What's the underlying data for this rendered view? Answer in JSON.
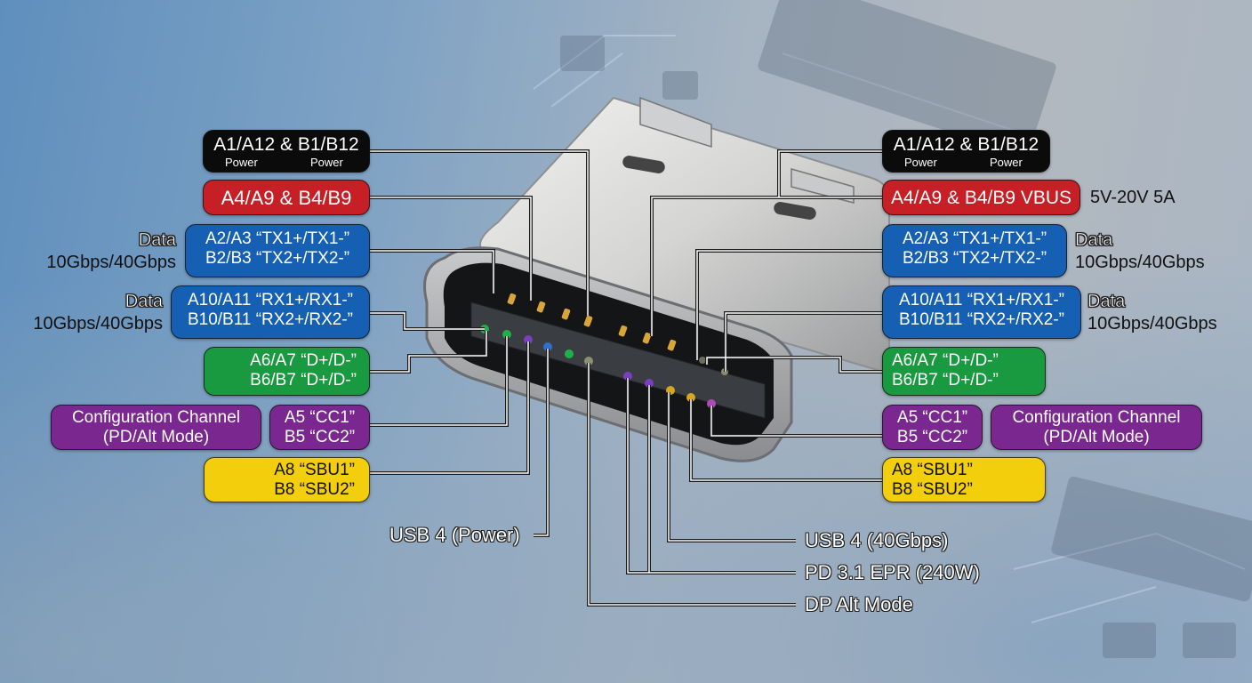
{
  "diagram": {
    "subject": "USB Type-C receptacle pinout",
    "colors": {
      "power": "#0b0b0b",
      "vbus": "#c62026",
      "data_high_speed": "#1560b3",
      "usb2": "#1a9a40",
      "cc": "#7b2790",
      "sbu": "#f3ce0c"
    }
  },
  "left": {
    "power": {
      "line1": "A1/A12 & B1/B12",
      "sub_a": "Power",
      "sub_b": "Power"
    },
    "vbus": {
      "line1": "A4/A9 & B4/B9"
    },
    "tx": {
      "line1": "A2/A3 “TX1+/TX1-”",
      "line2": "B2/B3 “TX2+/TX2-”",
      "note_title": "Data",
      "note_speed": "10Gbps/40Gbps"
    },
    "rx": {
      "line1": "A10/A11 “RX1+/RX1-”",
      "line2": "B10/B11 “RX2+/RX2-”",
      "note_title": "Data",
      "note_speed": "10Gbps/40Gbps"
    },
    "usb2": {
      "line1": "A6/A7 “D+/D-”",
      "line2": "B6/B7 “D+/D-”"
    },
    "cc": {
      "line1": "A5 “CC1”",
      "line2": "B5 “CC2”",
      "desc1": "Configuration Channel",
      "desc2": "(PD/Alt Mode)"
    },
    "sbu": {
      "line1": "A8 “SBU1”",
      "line2": "B8 “SBU2”"
    }
  },
  "right": {
    "power": {
      "line1": "A1/A12 & B1/B12",
      "sub_a": "Power",
      "sub_b": "Power"
    },
    "vbus": {
      "line1": "A4/A9 & B4/B9 VBUS",
      "note": "5V-20V 5A"
    },
    "tx": {
      "line1": "A2/A3 “TX1+/TX1-”",
      "line2": "B2/B3 “TX2+/TX2-”",
      "note_title": "Data",
      "note_speed": "10Gbps/40Gbps"
    },
    "rx": {
      "line1": "A10/A11 “RX1+/RX1-”",
      "line2": "B10/B11 “RX2+/RX2-”",
      "note_title": "Data",
      "note_speed": "10Gbps/40Gbps"
    },
    "usb2": {
      "line1": "A6/A7 “D+/D-”",
      "line2": "B6/B7 “D+/D-”"
    },
    "cc": {
      "line1": "A5 “CC1”",
      "line2": "B5 “CC2”",
      "desc1": "Configuration Channel",
      "desc2": "(PD/Alt Mode)"
    },
    "sbu": {
      "line1": "A8 “SBU1”",
      "line2": "B8 “SBU2”"
    }
  },
  "bottom": {
    "usb4_power": "USB 4 (Power)",
    "usb4_speed": "USB 4 (40Gbps)",
    "pd": "PD 3.1 EPR (240W)",
    "dp": "DP Alt Mode"
  }
}
